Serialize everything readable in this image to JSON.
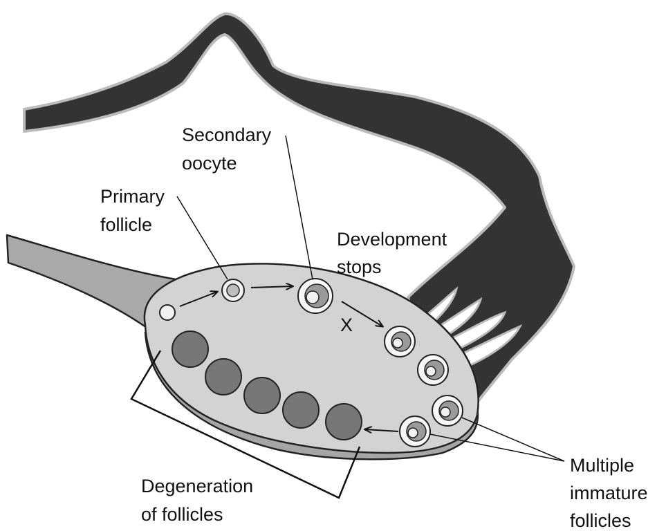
{
  "labels": {
    "secondary_oocyte": [
      "Secondary",
      "oocyte"
    ],
    "primary_follicle": [
      "Primary",
      "follicle"
    ],
    "development_stops": [
      "Development",
      "stops"
    ],
    "x_mark": "X",
    "degeneration": [
      "Degeneration",
      "of follicles"
    ],
    "multiple_immature": [
      "Multiple",
      "immature",
      "follicles"
    ]
  },
  "colors": {
    "fallopian_tube": "#333333",
    "tube_outline": "#bbbbbb",
    "ligament": "#a9a9a9",
    "ovary_surface": "#d3d3d3",
    "ovary_side": "#a6a6a6",
    "degenerating_follicle": "#777777",
    "outline": "#222222"
  }
}
